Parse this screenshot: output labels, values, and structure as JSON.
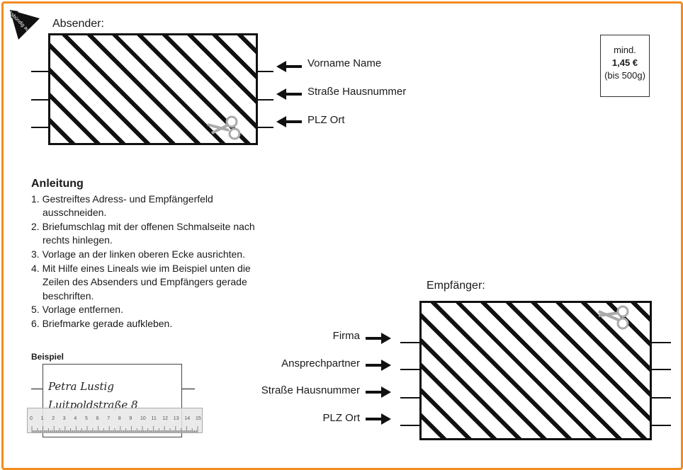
{
  "sender": {
    "heading": "Absender:",
    "fields": [
      "Vorname Name",
      "Straße Hausnummer",
      "PLZ Ort"
    ]
  },
  "corner_badge": "linksbündig ausrichten",
  "stamp": {
    "line1": "mind.",
    "price": "1,45 €",
    "line3": "(bis 500g)"
  },
  "instructions": {
    "title": "Anleitung",
    "steps": [
      "1. Gestreiftes Adress- und Empfängerfeld ausschneiden.",
      "2. Briefumschlag mit der offenen Schmalseite nach rechts hinlegen.",
      "3. Vorlage an der linken oberen Ecke ausrichten.",
      "4. Mit Hilfe eines Lineals wie im Beispiel unten die Zeilen des Absenders und Empfängers gerade beschriften.",
      "5. Vorlage entfernen.",
      "6. Briefmarke gerade aufkleben."
    ]
  },
  "example": {
    "title": "Beispiel",
    "line1": "Petra Lustig",
    "line2": "Luitpoldstraße 8",
    "ruler_numbers": [
      "0",
      "1",
      "2",
      "3",
      "4",
      "5",
      "6",
      "7",
      "8",
      "9",
      "10",
      "11",
      "12",
      "13",
      "14",
      "15"
    ]
  },
  "recipient": {
    "heading": "Empfänger:",
    "fields": [
      "Firma",
      "Ansprechpartner",
      "Straße Hausnummer",
      "PLZ Ort"
    ]
  },
  "colors": {
    "frame": "#f28c1e",
    "ink": "#111111"
  }
}
